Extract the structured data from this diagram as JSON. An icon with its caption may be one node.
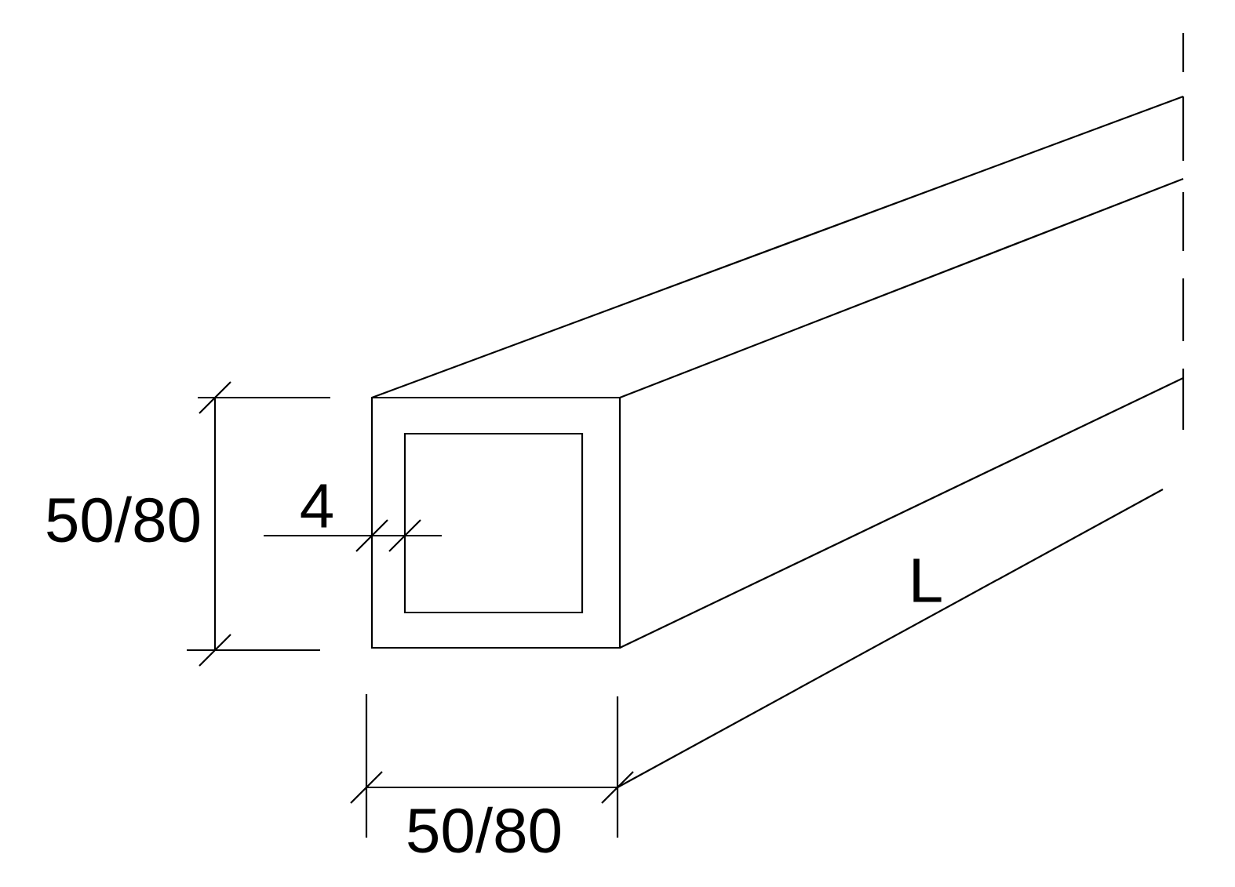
{
  "diagram": {
    "labels": [
      "50/80",
      "4",
      "L",
      "50/80"
    ]
  }
}
